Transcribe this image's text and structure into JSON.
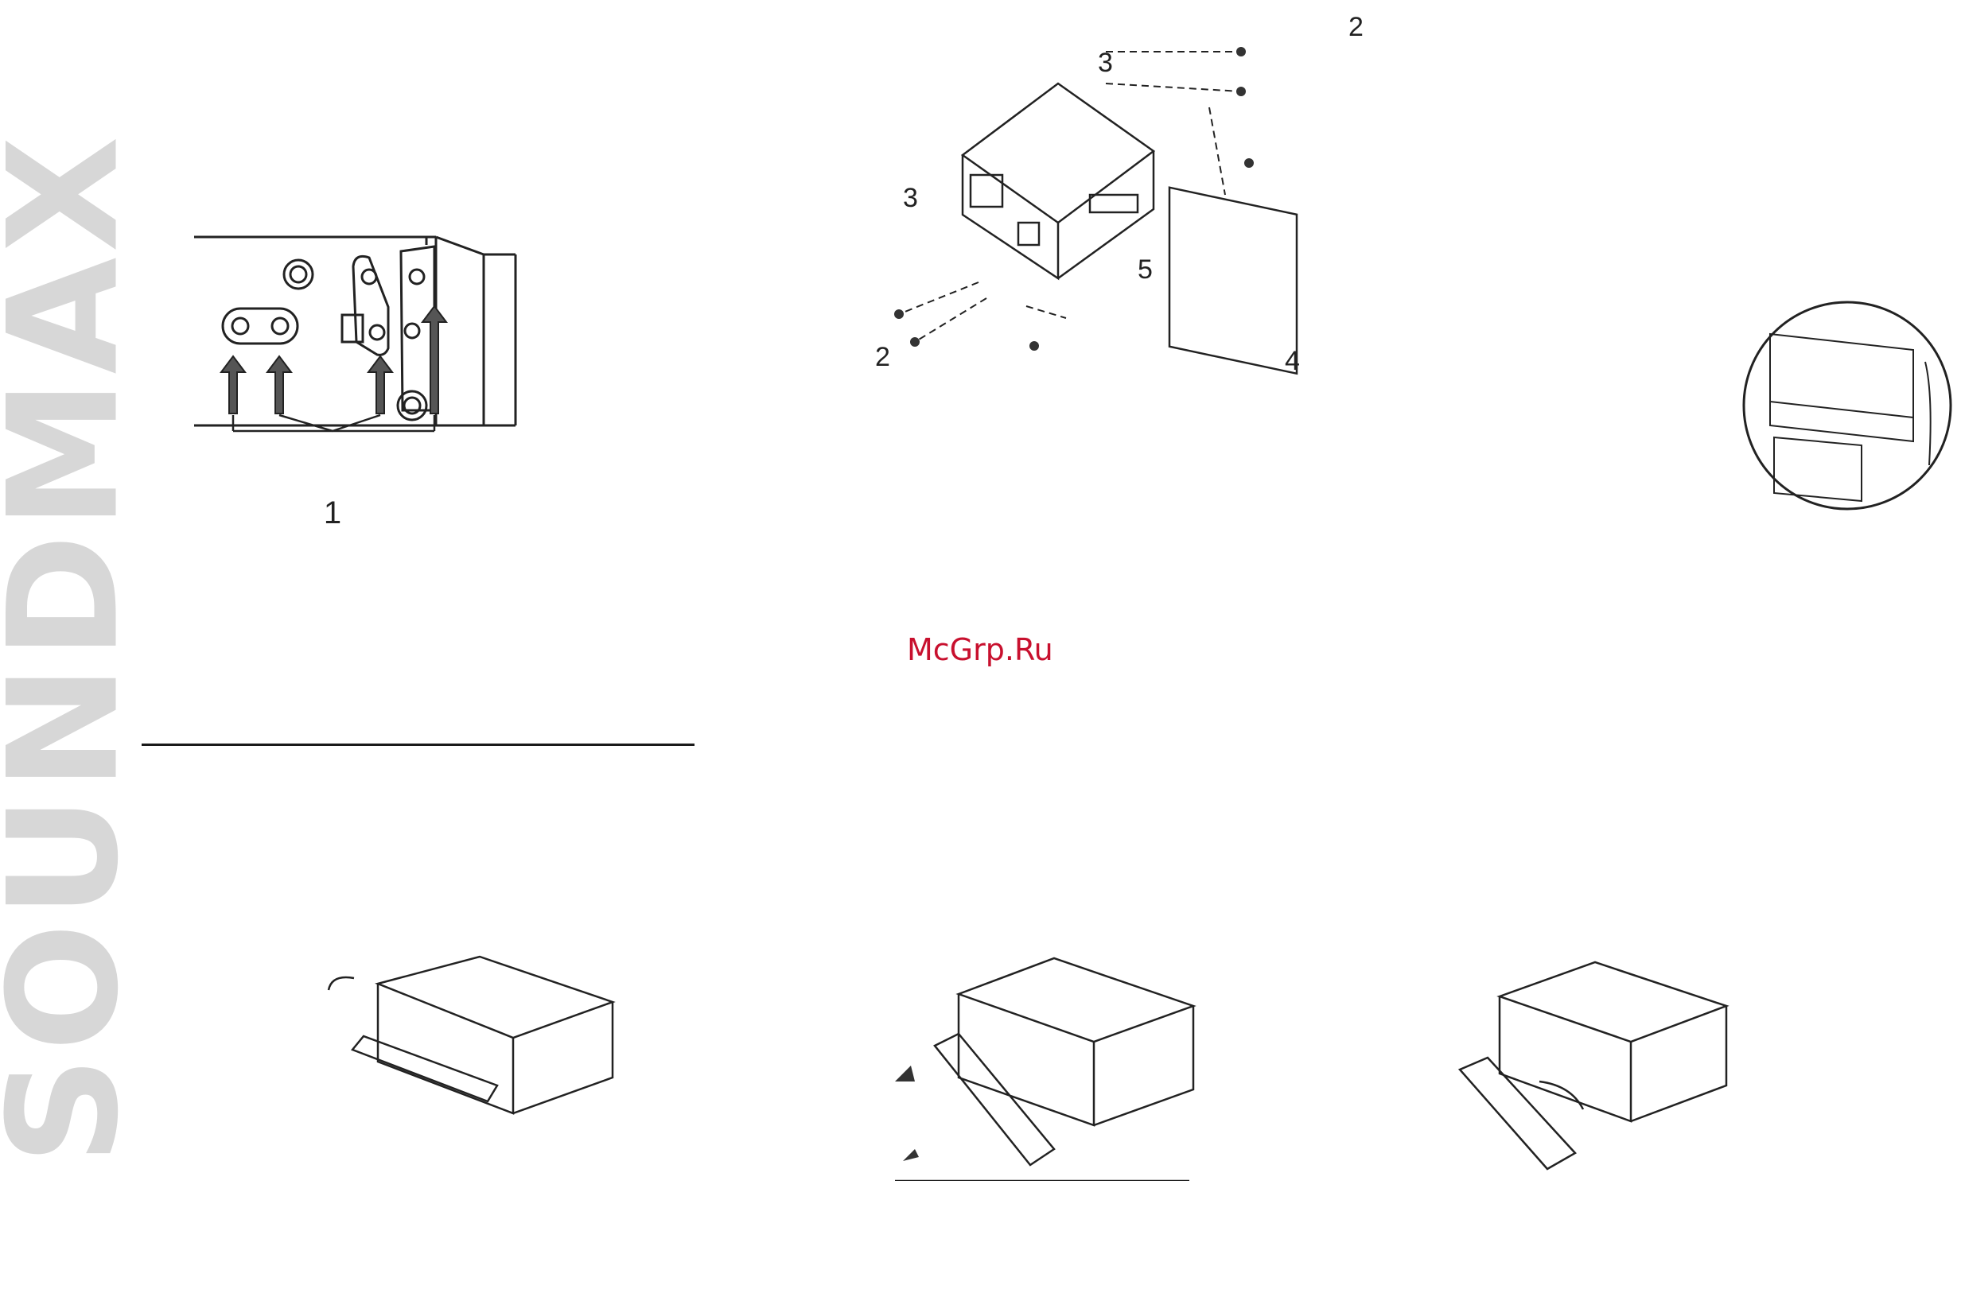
{
  "brand": {
    "text": "SOUNDMAX"
  },
  "watermark": {
    "text": "McGrp.Ru"
  },
  "fig_bracket": {
    "callouts": [
      "1"
    ]
  },
  "fig_exploded": {
    "callouts": [
      "2",
      "3",
      "3",
      "5",
      "2",
      "4"
    ]
  },
  "colors": {
    "line": "#222222",
    "arrow": "#555555",
    "watermark": "#c8102e",
    "brand": "#d7d7d7"
  }
}
